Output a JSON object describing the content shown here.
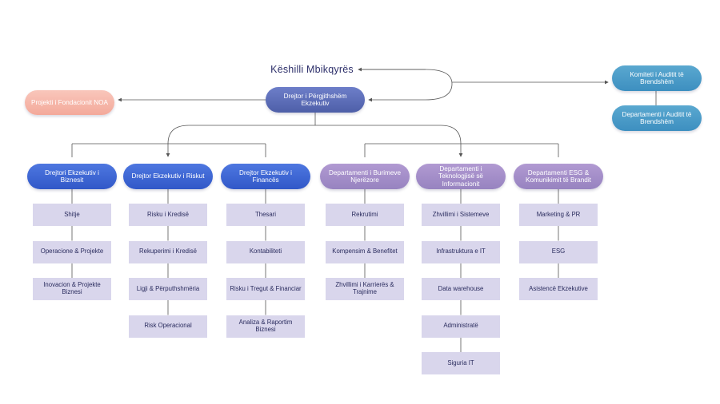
{
  "board": "Këshilli Mbikqyrës",
  "ceo": "Drejtor i Përgjithshëm Ekzekutiv",
  "foundation": "Projekti i Fondacionit NOA",
  "audit_committee": "Komiteti i Auditit të Brendshëm",
  "audit_department": "Departamenti i Auditit të Brendshëm",
  "branches": [
    {
      "title": "Drejtori Ekzekutiv i Biznesit",
      "items": [
        "Shitje",
        "Operacione & Projekte",
        "Inovacion & Projekte Biznesi"
      ]
    },
    {
      "title": "Drejtor Ekzekutiv i Riskut",
      "items": [
        "Risku i Kredisë",
        "Rekuperimi i Kredisë",
        "Ligji & Përputhshmëria",
        "Risk Operacional"
      ]
    },
    {
      "title": "Drejtor Ekzekutiv i Financës",
      "items": [
        "Thesari",
        "Kontabiliteti",
        "Risku i Tregut & Financiar",
        "Analiza & Raportim Biznesi"
      ]
    },
    {
      "title": "Departamenti i Burimeve Njerëzore",
      "items": [
        "Rekrutimi",
        "Kompensim & Benefitet",
        "Zhvillimi i Karrierës & Trajnime"
      ]
    },
    {
      "title": "Departamenti i Teknologjisë së Informacionit",
      "items": [
        "Zhvillimi i Sistemeve",
        "Infrastruktura e IT",
        "Data warehouse",
        "Administratë",
        "Siguria IT"
      ]
    },
    {
      "title": "Departamenti ESG & Komunikimit të Brandit",
      "items": [
        "Marketing & PR",
        "ESG",
        "Asistencë Ekzekutive"
      ]
    }
  ]
}
